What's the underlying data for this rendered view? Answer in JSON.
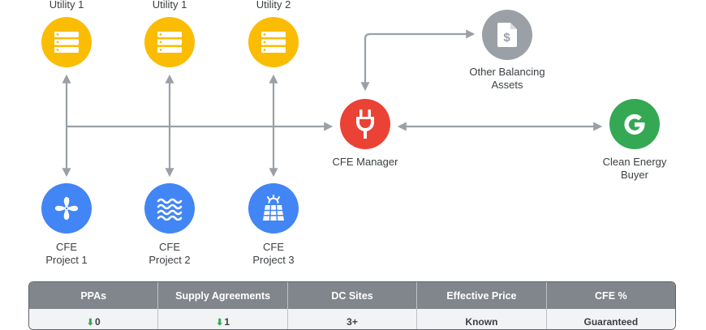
{
  "utilities": [
    {
      "label": "Utility 1",
      "icon": "server-icon"
    },
    {
      "label": "Utility 1",
      "icon": "server-icon"
    },
    {
      "label": "Utility 2",
      "icon": "server-icon"
    }
  ],
  "projects": [
    {
      "label": "CFE\nProject 1",
      "icon": "fan-icon"
    },
    {
      "label": "CFE\nProject 2",
      "icon": "waves-icon"
    },
    {
      "label": "CFE\nProject 3",
      "icon": "solar-panel-icon"
    }
  ],
  "manager": {
    "label": "CFE Manager",
    "icon": "plug-icon"
  },
  "balancing": {
    "label": "Other Balancing\nAssets",
    "icon": "dollar-document-icon"
  },
  "buyer": {
    "label": "Clean Energy\nBuyer",
    "icon": "google-g-icon"
  },
  "colors": {
    "utility": "#fbbc04",
    "project": "#4285f4",
    "manager": "#ea4335",
    "buyer": "#34a853",
    "balancing": "#9aa0a6",
    "connector": "#9aa0a6"
  },
  "table": {
    "headers": [
      "PPAs",
      "Supply Agreements",
      "DC Sites",
      "Effective Price",
      "CFE %"
    ],
    "values": [
      "0",
      "1",
      "3+",
      "Known",
      "Guaranteed"
    ],
    "value_arrow_icon": "down-arrow-icon"
  }
}
